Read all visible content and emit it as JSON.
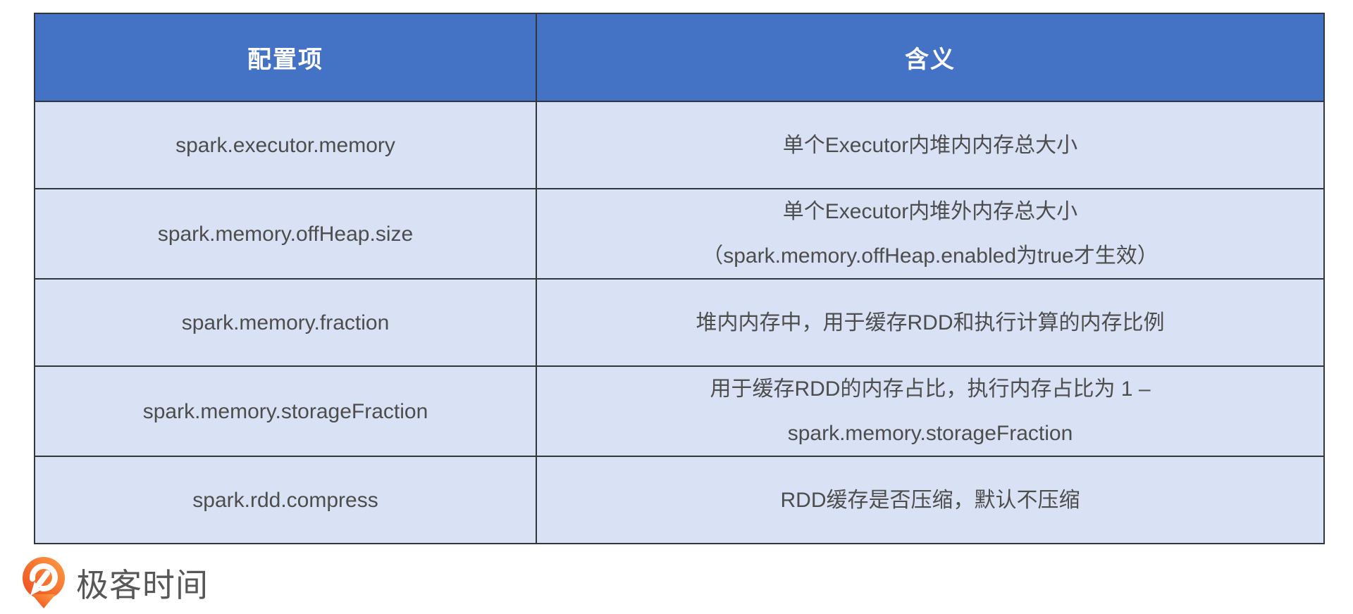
{
  "table": {
    "columns": [
      {
        "label": "配置项"
      },
      {
        "label": "含义"
      }
    ],
    "rows": [
      {
        "config": "spark.executor.memory",
        "meaning": "单个Executor内堆内内存总大小"
      },
      {
        "config": "spark.memory.offHeap.size",
        "meaning": "单个Executor内堆外内存总大小\n（spark.memory.offHeap.enabled为true才生效）"
      },
      {
        "config": "spark.memory.fraction",
        "meaning": "堆内内存中，用于缓存RDD和执行计算的内存比例"
      },
      {
        "config": "spark.memory.storageFraction",
        "meaning": "用于缓存RDD的内存占比，执行内存占比为 1 –\nspark.memory.storageFraction"
      },
      {
        "config": "spark.rdd.compress",
        "meaning": "RDD缓存是否压缩，默认不压缩"
      }
    ],
    "colors": {
      "header_bg": "#4472c4",
      "header_text": "#ffffff",
      "row_bg": "#d9e1f4",
      "cell_text": "#4d4d4d",
      "border": "#34363e"
    }
  },
  "footer": {
    "brand_name": "极客时间",
    "logo_orange_dark": "#ec4a1e",
    "logo_orange_light": "#ff9e43",
    "text_color": "#57575a"
  }
}
